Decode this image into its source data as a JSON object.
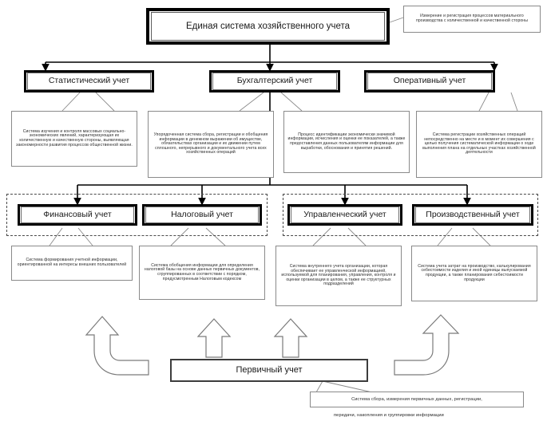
{
  "diagram": {
    "title": "Единая система хозяйственного учета",
    "language": "ru",
    "root": {
      "label": "Единая система хозяйственного учета"
    },
    "root_note": "Измерение и регистрация процессов материального производства с количественной и качественной стороны",
    "level2": [
      {
        "label": "Статистический учет"
      },
      {
        "label": "Бухгалтерский учет"
      },
      {
        "label": "Оперативный учет"
      }
    ],
    "level2_notes": [
      "Система изучения и контроля массовых социально-экономических явлений, характеризующая их количественную и качественную стороны, выявляющая закономерности развития процессов общественной жизни.",
      "Упорядоченная система сбора, регистрации и обобщения информации в денежном выражении об имуществе, обязательствах организации и их движении путем сплошного, непрерывного и документального учета всех хозяйственных операций",
      "Процесс идентификации экономически значимой информации, исчисления и оценки ее показателей, а также предоставления данных пользователям информации для выработки, обоснования и принятия решений.",
      "Система регистрации хозяйственных операций непосредственно на месте и в момент их совершения с целью получения систематической информации о ходе выполнения плана на отдельных участках хозяйственной деятельности"
    ],
    "level3": [
      {
        "label": "Финансовый учет"
      },
      {
        "label": "Налоговый учет"
      },
      {
        "label": "Управленческий учет"
      },
      {
        "label": "Производственный учет"
      }
    ],
    "level3_notes": [
      "Система формирования учетной информации, ориентированной на интересы внешних пользователей",
      "Система обобщения информации для определения налоговой базы на основе данных первичных документов, сгруппированных в соответствии с порядком, предусмотренным Налоговым кодексом",
      "Система внутреннего учета организации, которая обеспечивает ее управленческой информацией, используемой для планирования, управления, контроля и оценки организации в целом, а также ее структурных подразделений",
      "Система учета затрат на производство, калькулирования себестоимости изделия и иной единицы выпускаемой продукции, а также планирования себестоимости продукции"
    ],
    "base": {
      "label": "Первичный учет"
    },
    "base_note": "Система сбора, измерения первичных данных,  регистрации,",
    "base_caption": "передачи, накопления и  группировки информации",
    "colors": {
      "line": "#000000",
      "note_border": "#8a8a8a",
      "dashed_group": "#4a4a4a",
      "arrow_outline": "#7a7a7a",
      "text": "#1a1a1a",
      "background": "#ffffff"
    }
  }
}
